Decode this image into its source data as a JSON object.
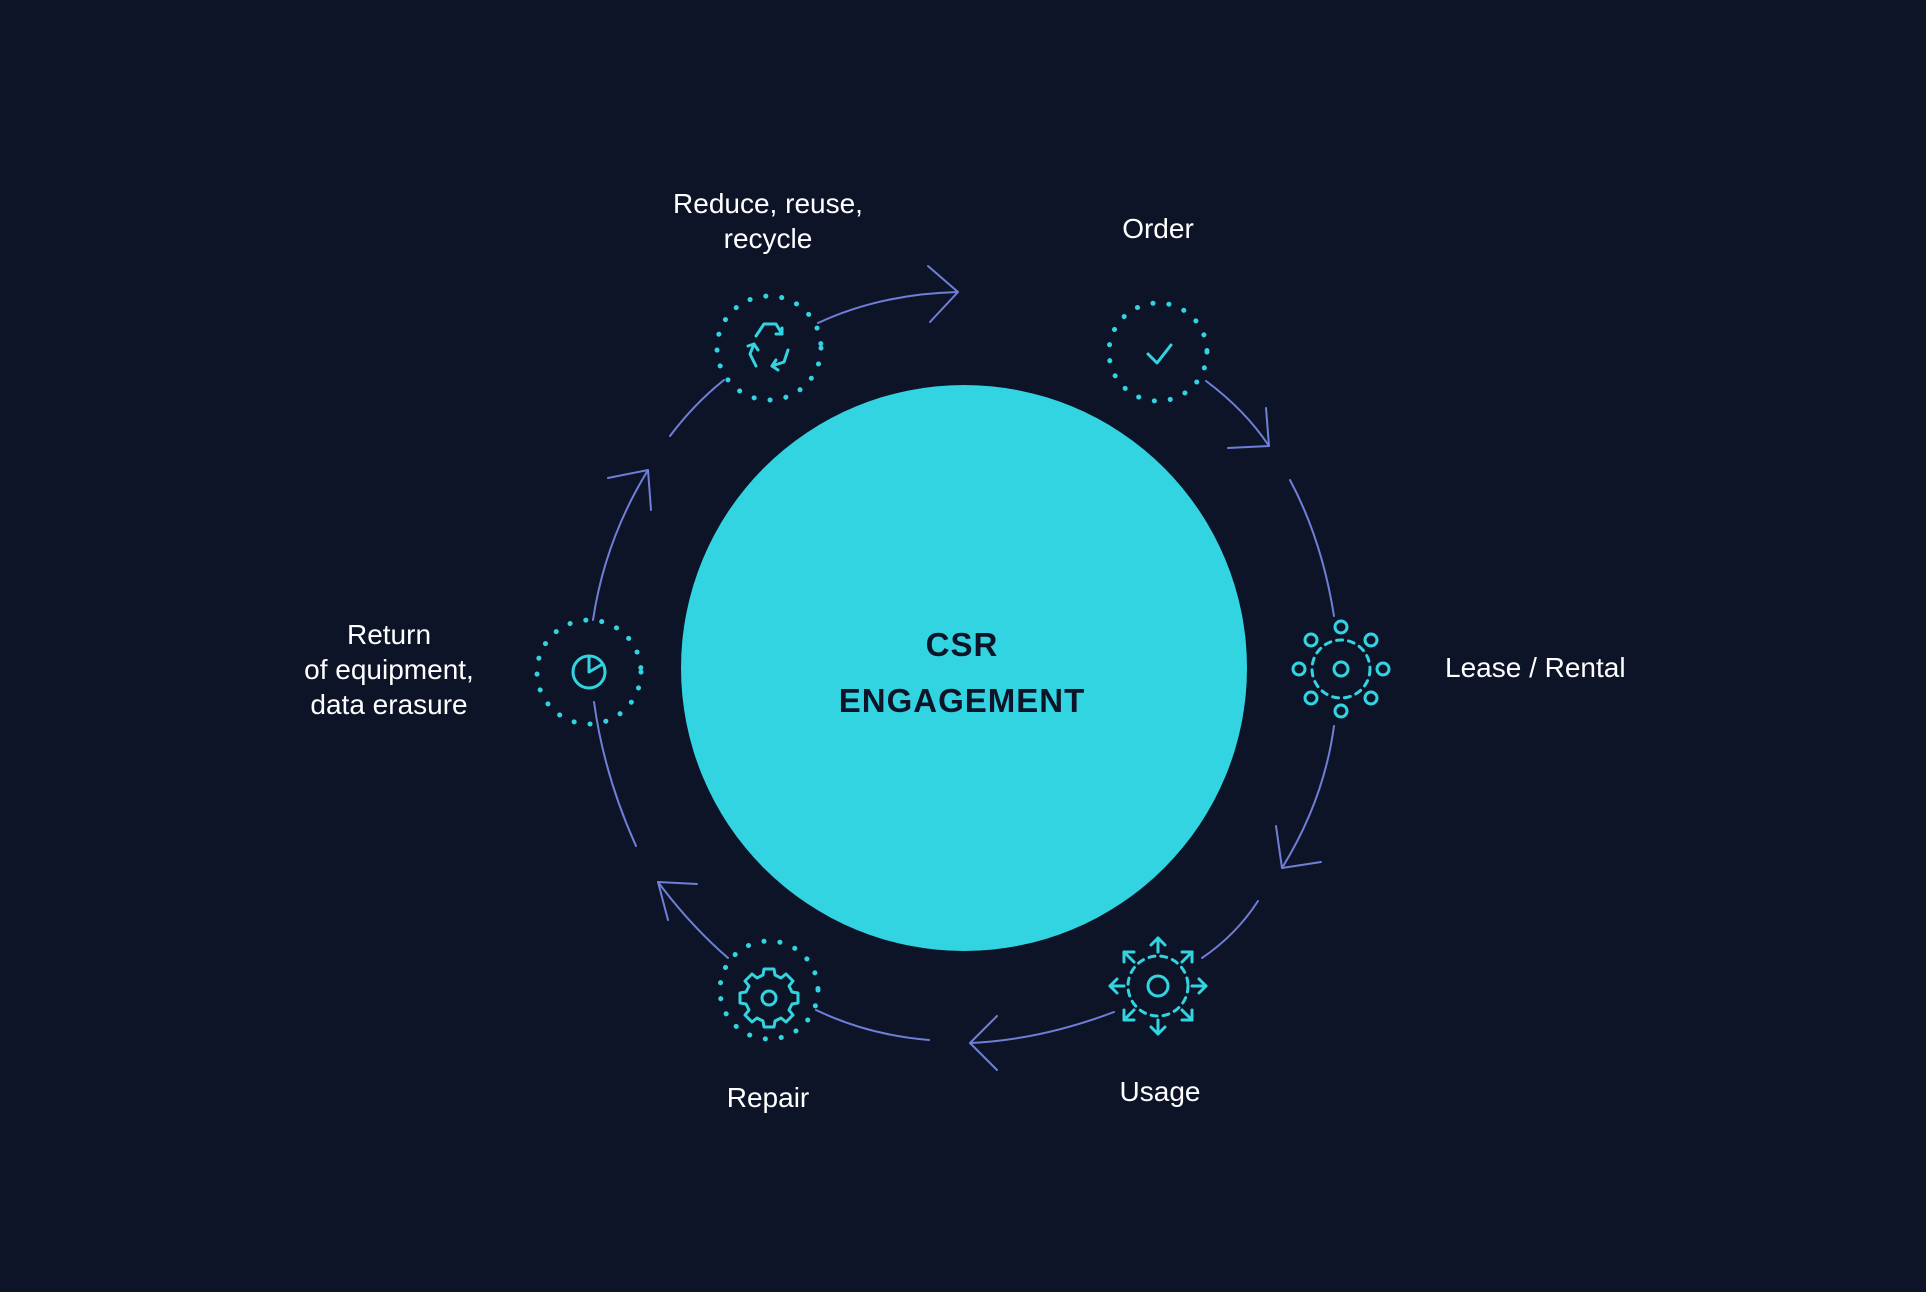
{
  "center": {
    "line1": "CSR",
    "line2": "ENGAGEMENT"
  },
  "steps": {
    "reduce": {
      "line1": "Reduce, reuse,",
      "line2": "recycle",
      "icon": "recycle-icon"
    },
    "order": {
      "label": "Order",
      "icon": "checkmark-icon"
    },
    "lease": {
      "label": "Lease / Rental",
      "icon": "dots-cluster-icon"
    },
    "usage": {
      "label": "Usage",
      "icon": "expand-arrows-icon"
    },
    "repair": {
      "label": "Repair",
      "icon": "gear-icon"
    },
    "return": {
      "line1": "Return",
      "line2": "of equipment,",
      "line3": "data erasure",
      "icon": "timer-icon"
    }
  },
  "colors": {
    "background": "#0d1428",
    "accent": "#33d4e1",
    "arrow": "#6f7fd6",
    "text": "#ffffff"
  }
}
